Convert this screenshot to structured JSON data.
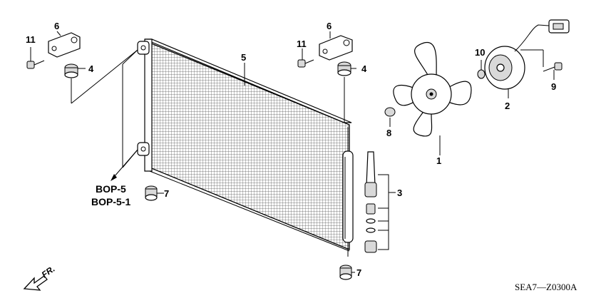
{
  "callouts": {
    "p1": "1",
    "p2": "2",
    "p3": "3",
    "p4a": "4",
    "p4b": "4",
    "p5": "5",
    "p6a": "6",
    "p6b": "6",
    "p7a": "7",
    "p7b": "7",
    "p8": "8",
    "p9": "9",
    "p10": "10",
    "p11a": "11",
    "p11b": "11"
  },
  "refs": {
    "bop1": "BOP-5",
    "bop2": "BOP-5-1"
  },
  "direction_label": "FR.",
  "diagram_code": "SEA7—Z0300A"
}
